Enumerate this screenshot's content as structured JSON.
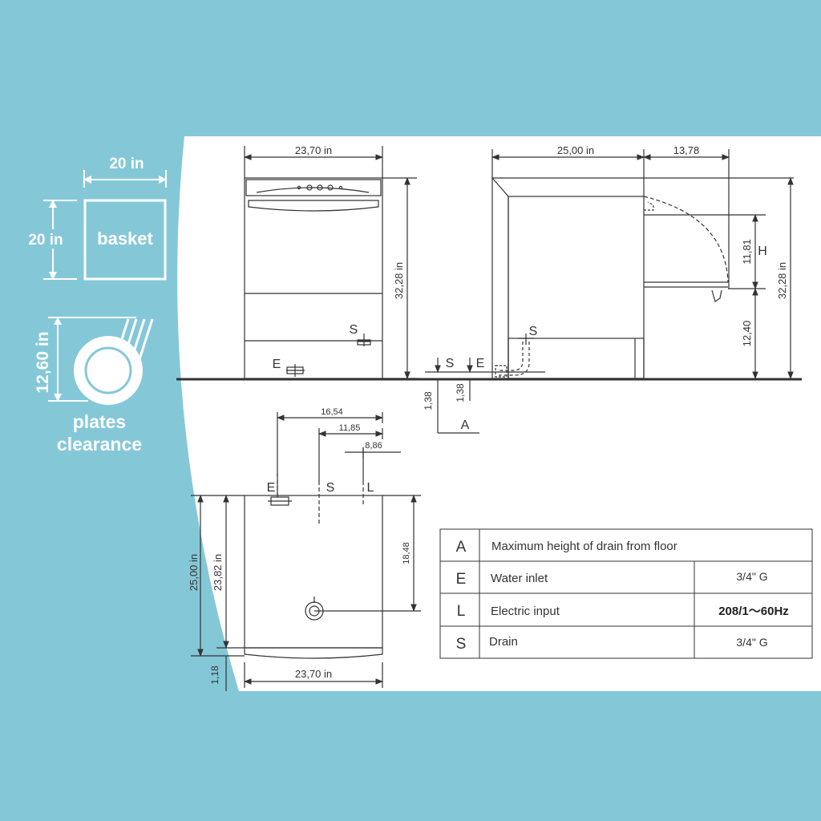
{
  "colors": {
    "background": "#84c8d8",
    "sheet": "#ffffff",
    "ink": "#333333",
    "panel_text": "#ffffff"
  },
  "left_panel": {
    "basket_width": "20 in",
    "basket_height": "20 in",
    "basket_label": "basket",
    "plate_height": "12,60 in",
    "plates_label_1": "plates",
    "plates_label_2": "clearance"
  },
  "front_view": {
    "width": "23,70 in",
    "height": "32,28 in",
    "drain_mark": "S",
    "inlet_mark": "E"
  },
  "side_view": {
    "depth": "25,00 in",
    "door_open_depth": "13,78",
    "total_height": "32,28 in",
    "opening_height": "11,81",
    "opening_label": "H",
    "opening_floor_height": "12,40",
    "drain_mark": "S",
    "inlet_mark": "E",
    "drain_floor_height_1": "1,38",
    "drain_floor_height_2": "1,38",
    "drain_ref_mark": "A",
    "left_s": "S",
    "left_e": "E"
  },
  "top_view": {
    "dim_e": "16,54",
    "dim_s": "11,85",
    "dim_l": "8,86",
    "mark_e": "E",
    "mark_s": "S",
    "mark_l": "L",
    "depth_total": "25,00 in",
    "depth_body": "23,82 in",
    "depth_front": "1,18",
    "side_dim": "18,48",
    "width": "23,70 in"
  },
  "legend": {
    "rows": [
      {
        "key": "A",
        "desc": "Maximum height of drain from floor",
        "value": ""
      },
      {
        "key": "E",
        "desc": "Water inlet",
        "value": "3/4\"  G"
      },
      {
        "key": "L",
        "desc": "Electric input",
        "value": "208/1～60Hz"
      },
      {
        "key": "S",
        "desc": "Drain",
        "value": "3/4\"  G"
      }
    ]
  }
}
